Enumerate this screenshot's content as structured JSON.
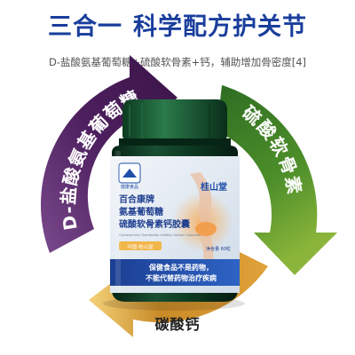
{
  "headline": {
    "part1": "三合一",
    "part2": "科学配方护关节",
    "color": "#1a3e9c"
  },
  "subtitle": "D-盐酸氨基葡萄糖+硫酸软骨素+钙，辅助增加骨密度[4]",
  "cycle": {
    "left_arc": {
      "label": "D-盐酸氨基葡萄糖",
      "color": "#5a2a6e"
    },
    "right_arc": {
      "label": "硫酸软骨素",
      "color": "#3a7a2a"
    },
    "bottom_arc": {
      "label": "碳酸钙",
      "color": "#d7902a"
    }
  },
  "product": {
    "brand_logo_text": "健康食品",
    "brand_name": "桂山堂",
    "name_lines": [
      "百合康牌",
      "氨基葡萄糖",
      "硫酸软骨素钙胶囊"
    ],
    "english_text": "Glucosamine Chondroitin Sulfate Calcium Capsules",
    "badge": "中国·桂山堂",
    "spec": "净含量 60粒",
    "warning_lines": [
      "保健食品不是药物，",
      "不能代替药物治疗疾病"
    ],
    "colors": {
      "cap": "#1b5a34",
      "body": "#0d3b22",
      "label": "#e6edf4",
      "accent": "#1f4fa8"
    }
  }
}
